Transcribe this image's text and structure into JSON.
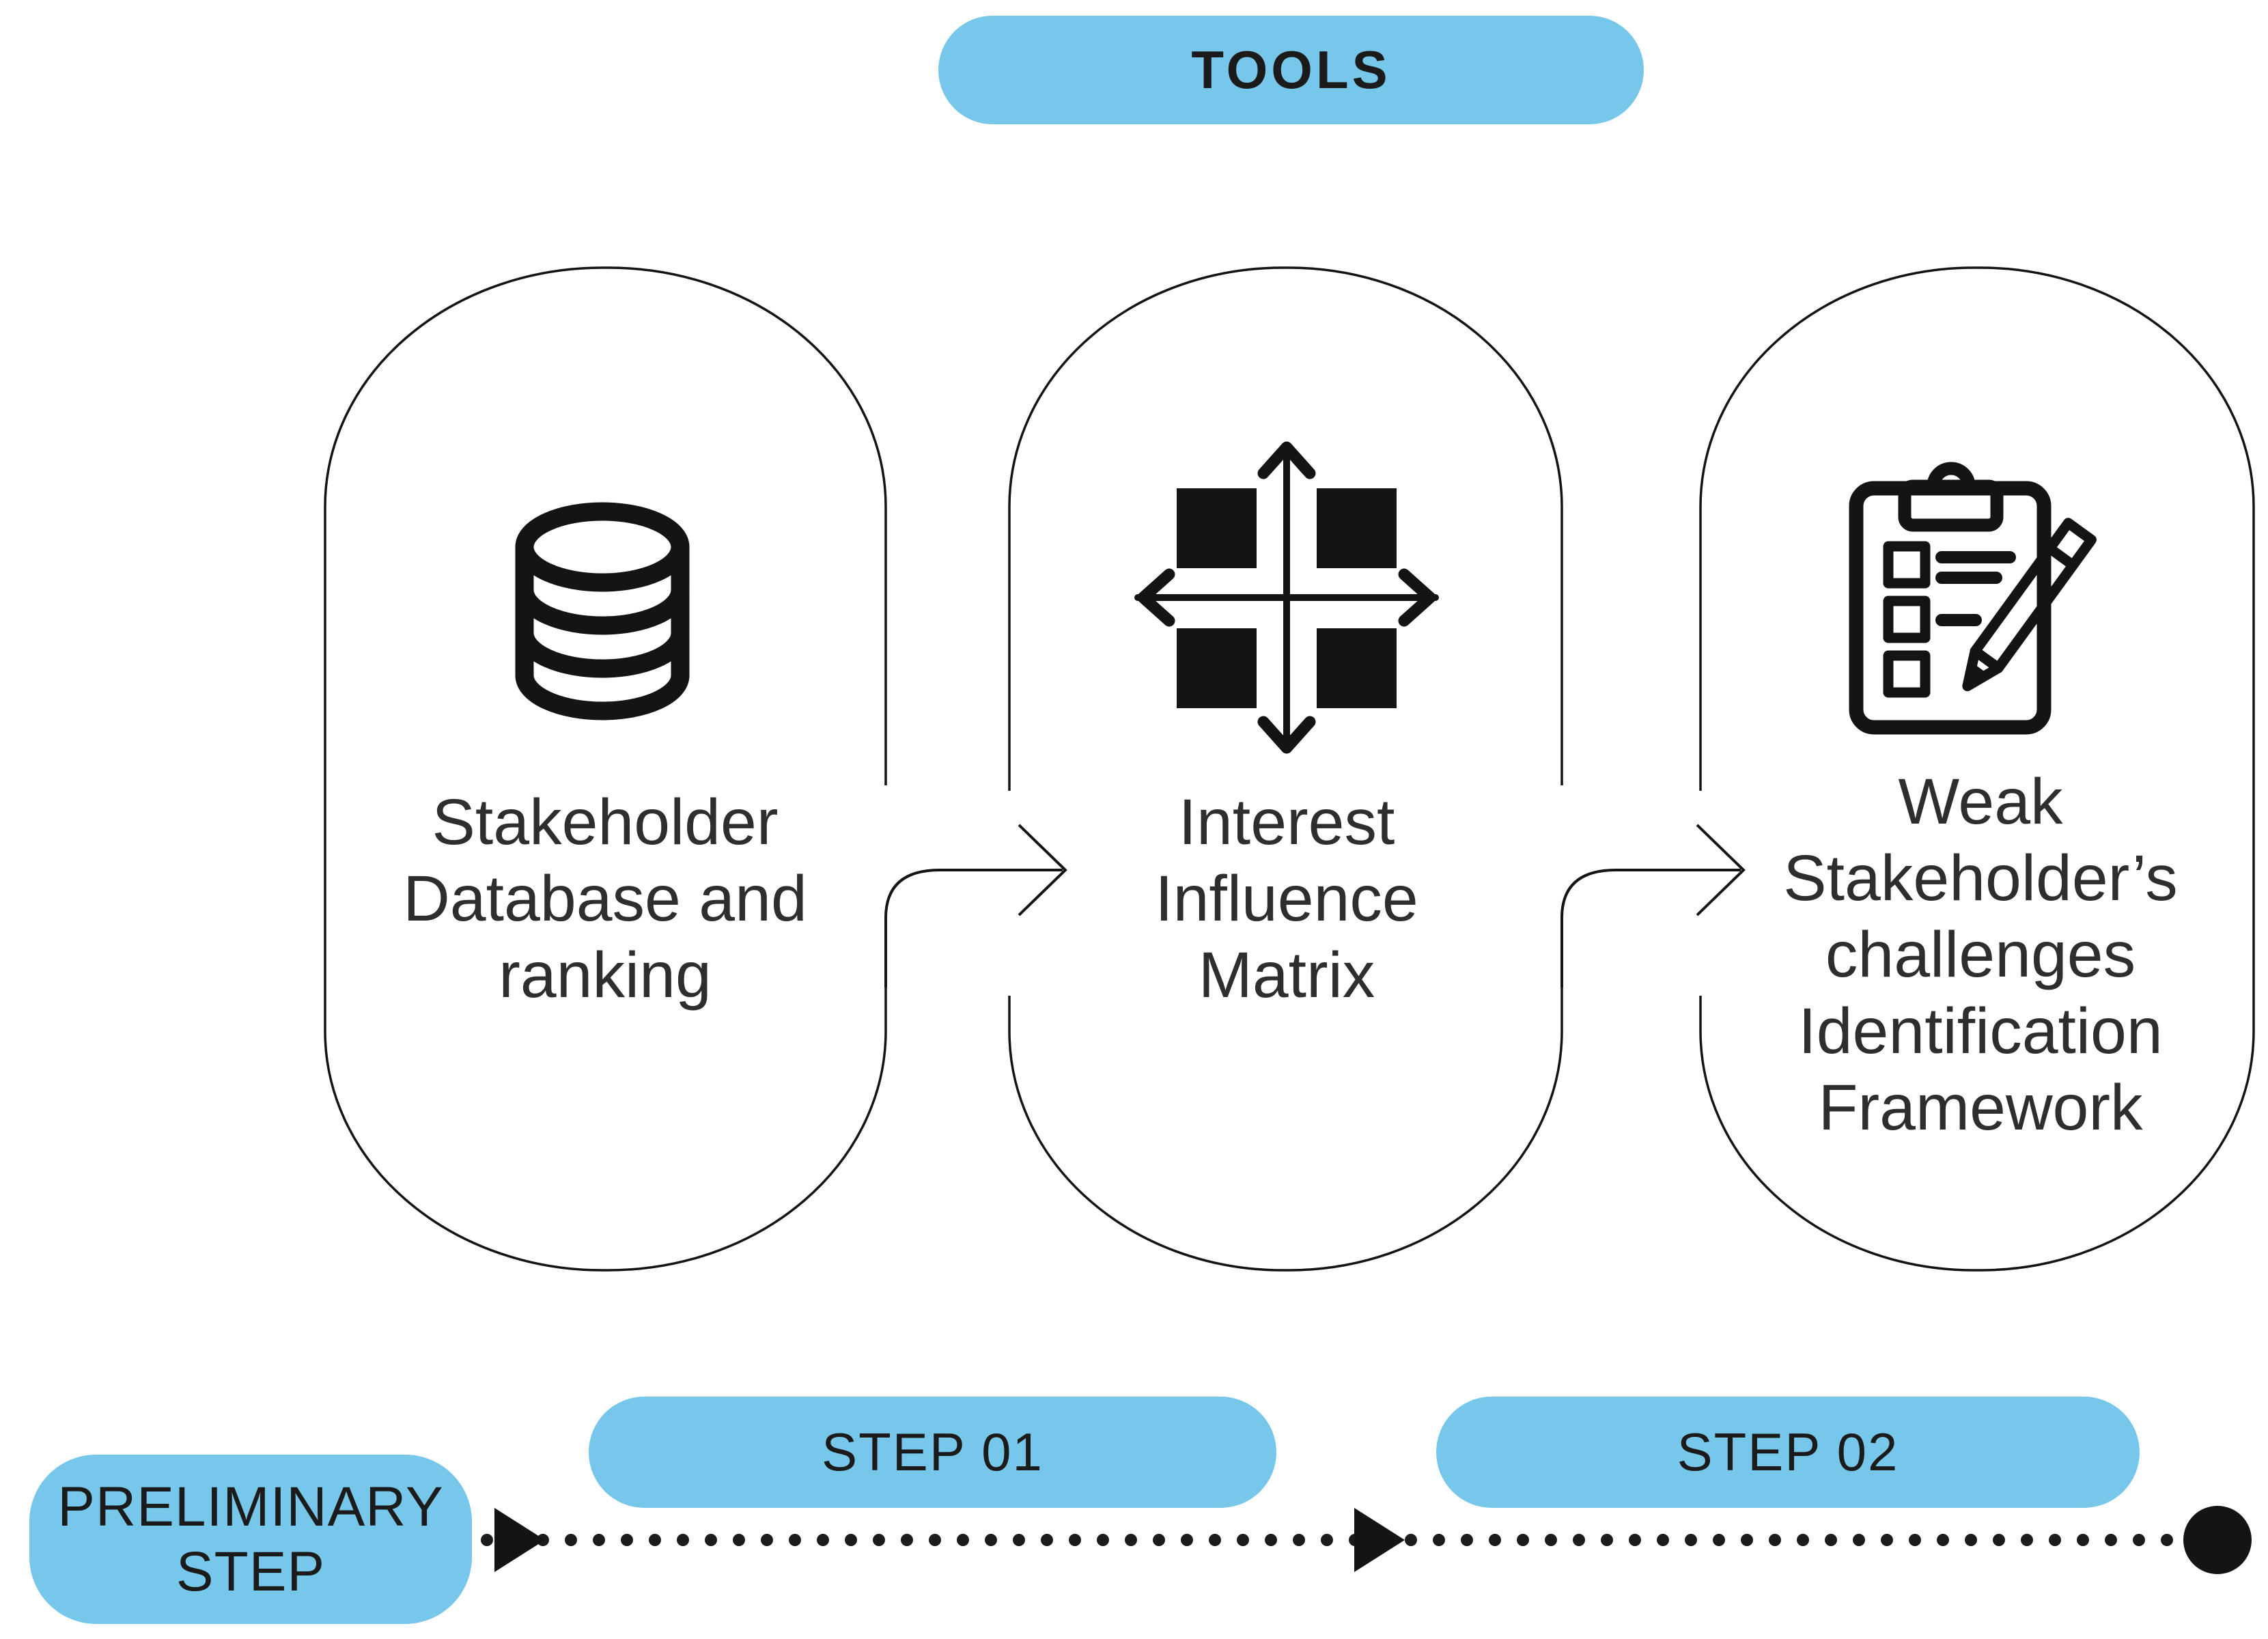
{
  "colors": {
    "pill_blue": "#76C7E9",
    "line_dark": "#141414",
    "pill_text": "#1b1b1b",
    "capsule_text": "#2e2e2e",
    "bg_white": "#ffffff"
  },
  "tools_badge": {
    "label": "TOOLS"
  },
  "capsules": [
    {
      "icon": "database-icon",
      "label_lines": [
        "Stakeholder",
        "Database and",
        "ranking"
      ]
    },
    {
      "icon": "interest-influence-matrix-icon",
      "label_lines": [
        "Interest",
        "Influence",
        "Matrix"
      ]
    },
    {
      "icon": "checklist-pencil-icon",
      "label_lines": [
        "Weak",
        "Stakeholder’s",
        "challenges",
        "Identification",
        "Framework"
      ]
    }
  ],
  "timeline": {
    "preliminary_lines": [
      "PRELIMINARY",
      "STEP"
    ],
    "step1_label": "STEP 01",
    "step2_label": "STEP 02"
  }
}
